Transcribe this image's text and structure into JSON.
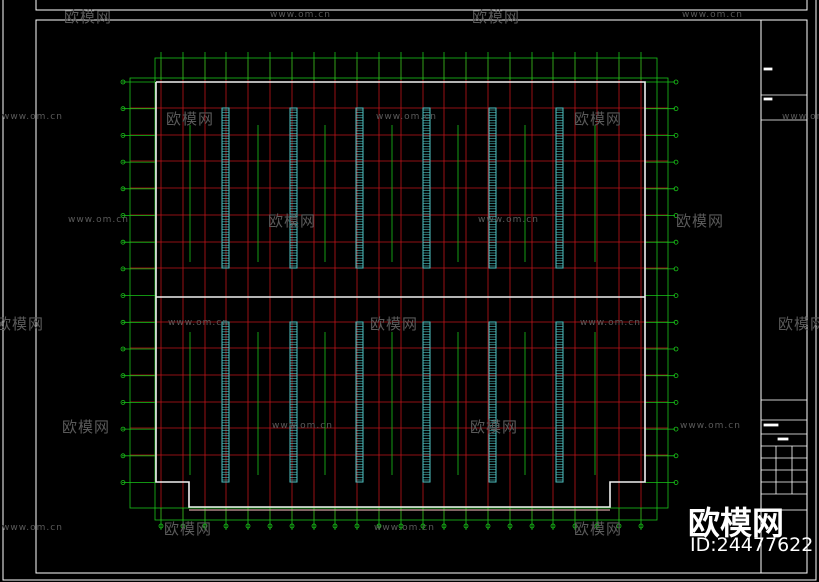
{
  "watermark": {
    "brand": "欧模网",
    "url": "www.om.cn"
  },
  "logo": {
    "brand": "欧模网",
    "id": "ID:24477622"
  },
  "colors": {
    "frame": "#ffffff",
    "grid_red": "#c0141a",
    "grid_green": "#19c419",
    "rack_cyan": "#4fc4c4",
    "wall": "#f0f0f0",
    "watermark": "#5a5a5a"
  }
}
